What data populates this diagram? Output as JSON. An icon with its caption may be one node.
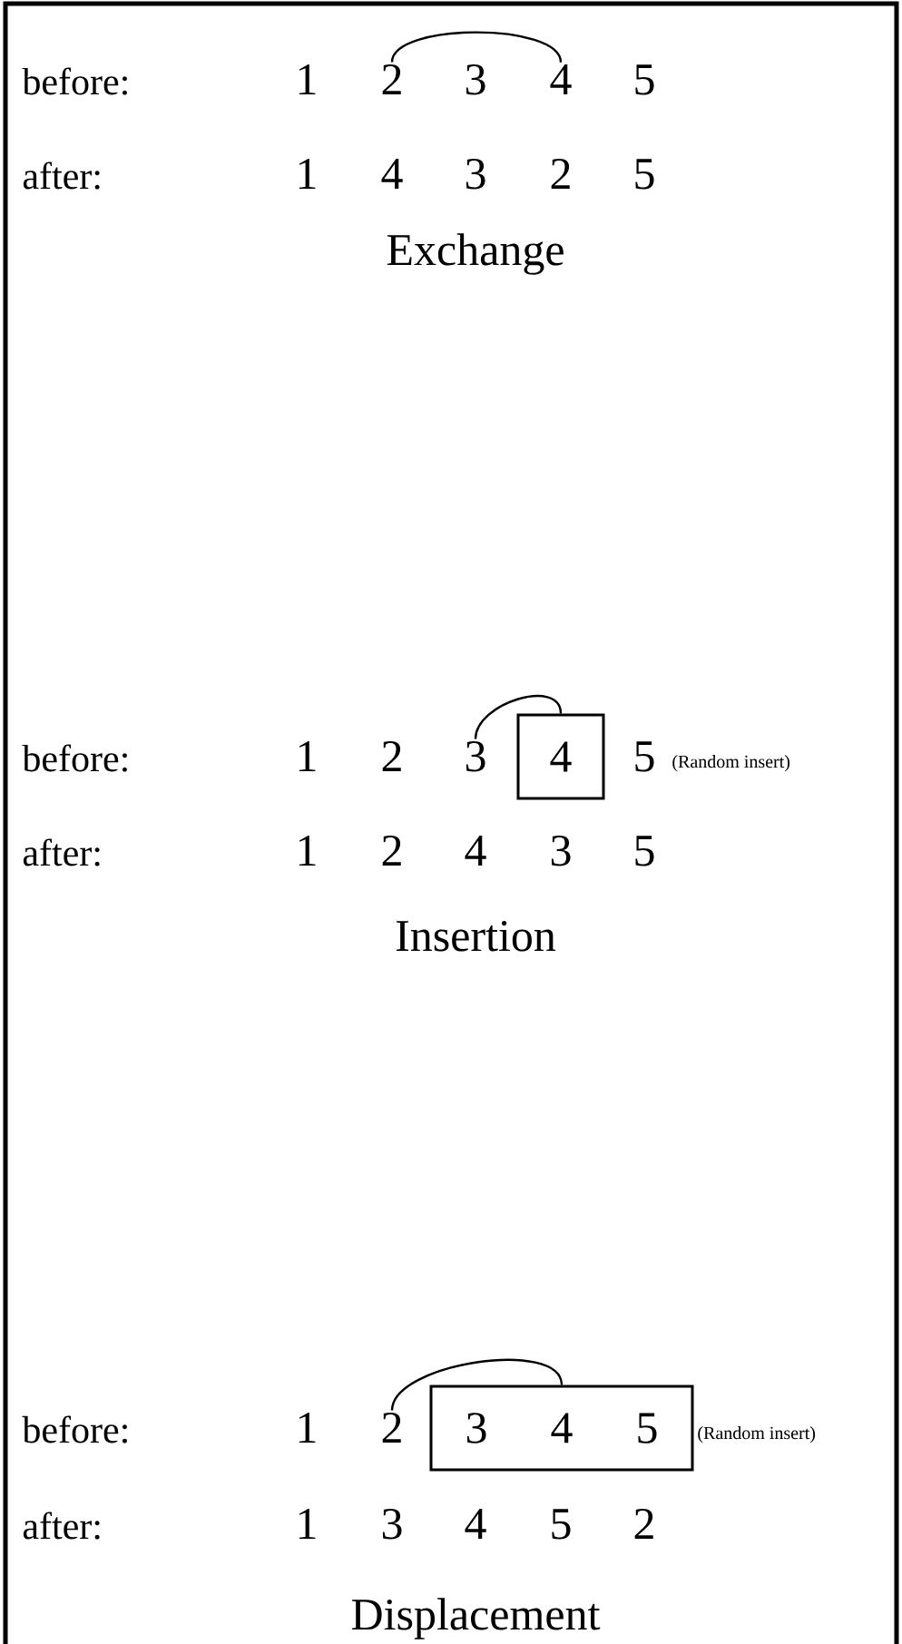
{
  "diagram": {
    "nodes": [
      {
        "text": [
          "2"
        ]
      },
      {
        "text": [
          "4"
        ]
      },
      {
        "text": [
          "3"
        ]
      },
      {
        "text": [
          "4"
        ]
      },
      {
        "text": [
          "2"
        ]
      },
      {
        "text": [
          "3",
          "4",
          "5"
        ]
      }
    ],
    "edges": [
      {
        "from": 0,
        "to": 1,
        "arrow": "none"
      },
      {
        "from": 3,
        "to": 2,
        "arrow": "none"
      },
      {
        "from": 5,
        "to": 4,
        "arrow": "none"
      }
    ],
    "labels": [
      "before:",
      "1",
      "3",
      "5",
      "after:",
      "1",
      "4",
      "3",
      "2",
      "5",
      "Exchange",
      "before:",
      "1",
      "2",
      "5",
      "(Random insert)",
      "after:",
      "1",
      "2",
      "4",
      "3",
      "5",
      "Insertion",
      "before:",
      "1",
      "(Random insert)",
      "after:",
      "1",
      "3",
      "4",
      "5",
      "2",
      "Displacement"
    ]
  }
}
